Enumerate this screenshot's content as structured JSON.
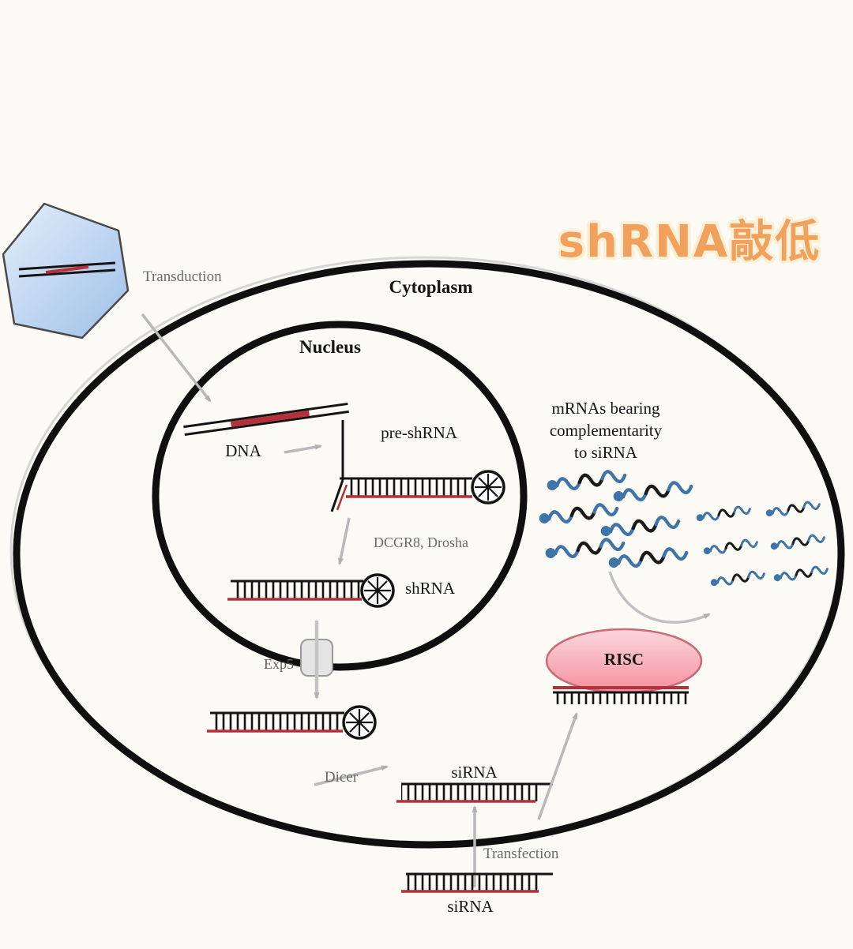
{
  "title": "shRNA敲低",
  "labels": {
    "cytoplasm": "Cytoplasm",
    "nucleus": "Nucleus",
    "transduction": "Transduction",
    "dna": "DNA",
    "pre_shrna": "pre-shRNA",
    "drosha": "DCGR8, Drosha",
    "shrna": "shRNA",
    "exp5": "Exp5",
    "dicer": "Dicer",
    "sirna_cytoplasm": "siRNA",
    "mrna_line1": "mRNAs bearing",
    "mrna_line2": "complementarity",
    "mrna_line3": "to siRNA",
    "risc": "RISC",
    "transfection": "Transfection",
    "sirna_bottom": "siRNA"
  },
  "colors": {
    "title_orange": "#f2a15c",
    "title_outline_cream": "#fcf0d8",
    "strand_red": "#b5303a",
    "mrna_blue": "#3f74a8",
    "risc_pink": "#f79aa6",
    "vector_blue": "#b9d2ef",
    "arrow_gray": "#b9b9b9",
    "outline_black": "#141414"
  }
}
